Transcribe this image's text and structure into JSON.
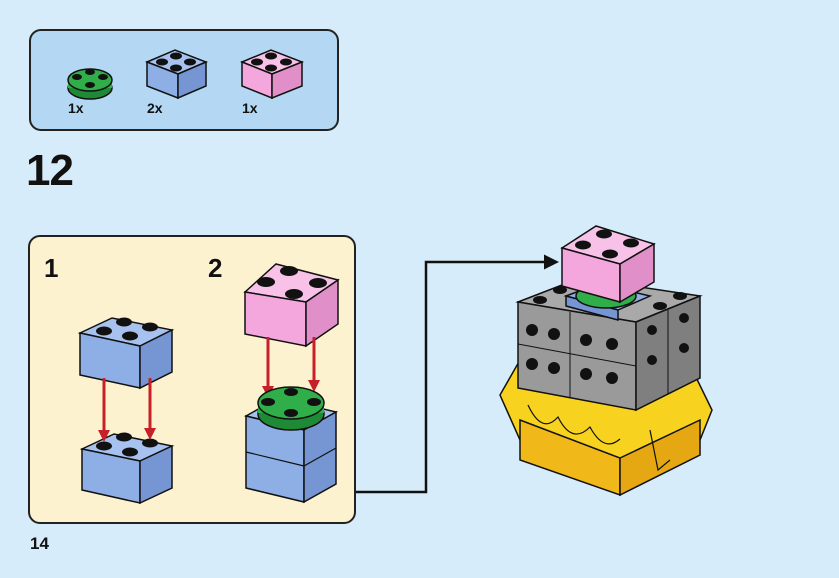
{
  "parts_list": {
    "items": [
      {
        "part": "green-round-plate",
        "color": "#2fae4a",
        "quantity": "1x"
      },
      {
        "part": "blue-2x2-brick",
        "color": "#8eaee6",
        "quantity": "2x"
      },
      {
        "part": "pink-2x2-brick",
        "color": "#f4a7dc",
        "quantity": "1x"
      }
    ]
  },
  "step": {
    "number": "12"
  },
  "substeps": [
    {
      "number": "1"
    },
    {
      "number": "2"
    }
  ],
  "page": {
    "number": "14"
  },
  "colors": {
    "background": "#d7ecfa",
    "parts_box": "#b4d8f3",
    "substep_box": "#fdf2cf",
    "arrow_red": "#c8202a",
    "brick_gray": "#8c8c8c",
    "brick_yellow": "#f7d21e"
  }
}
